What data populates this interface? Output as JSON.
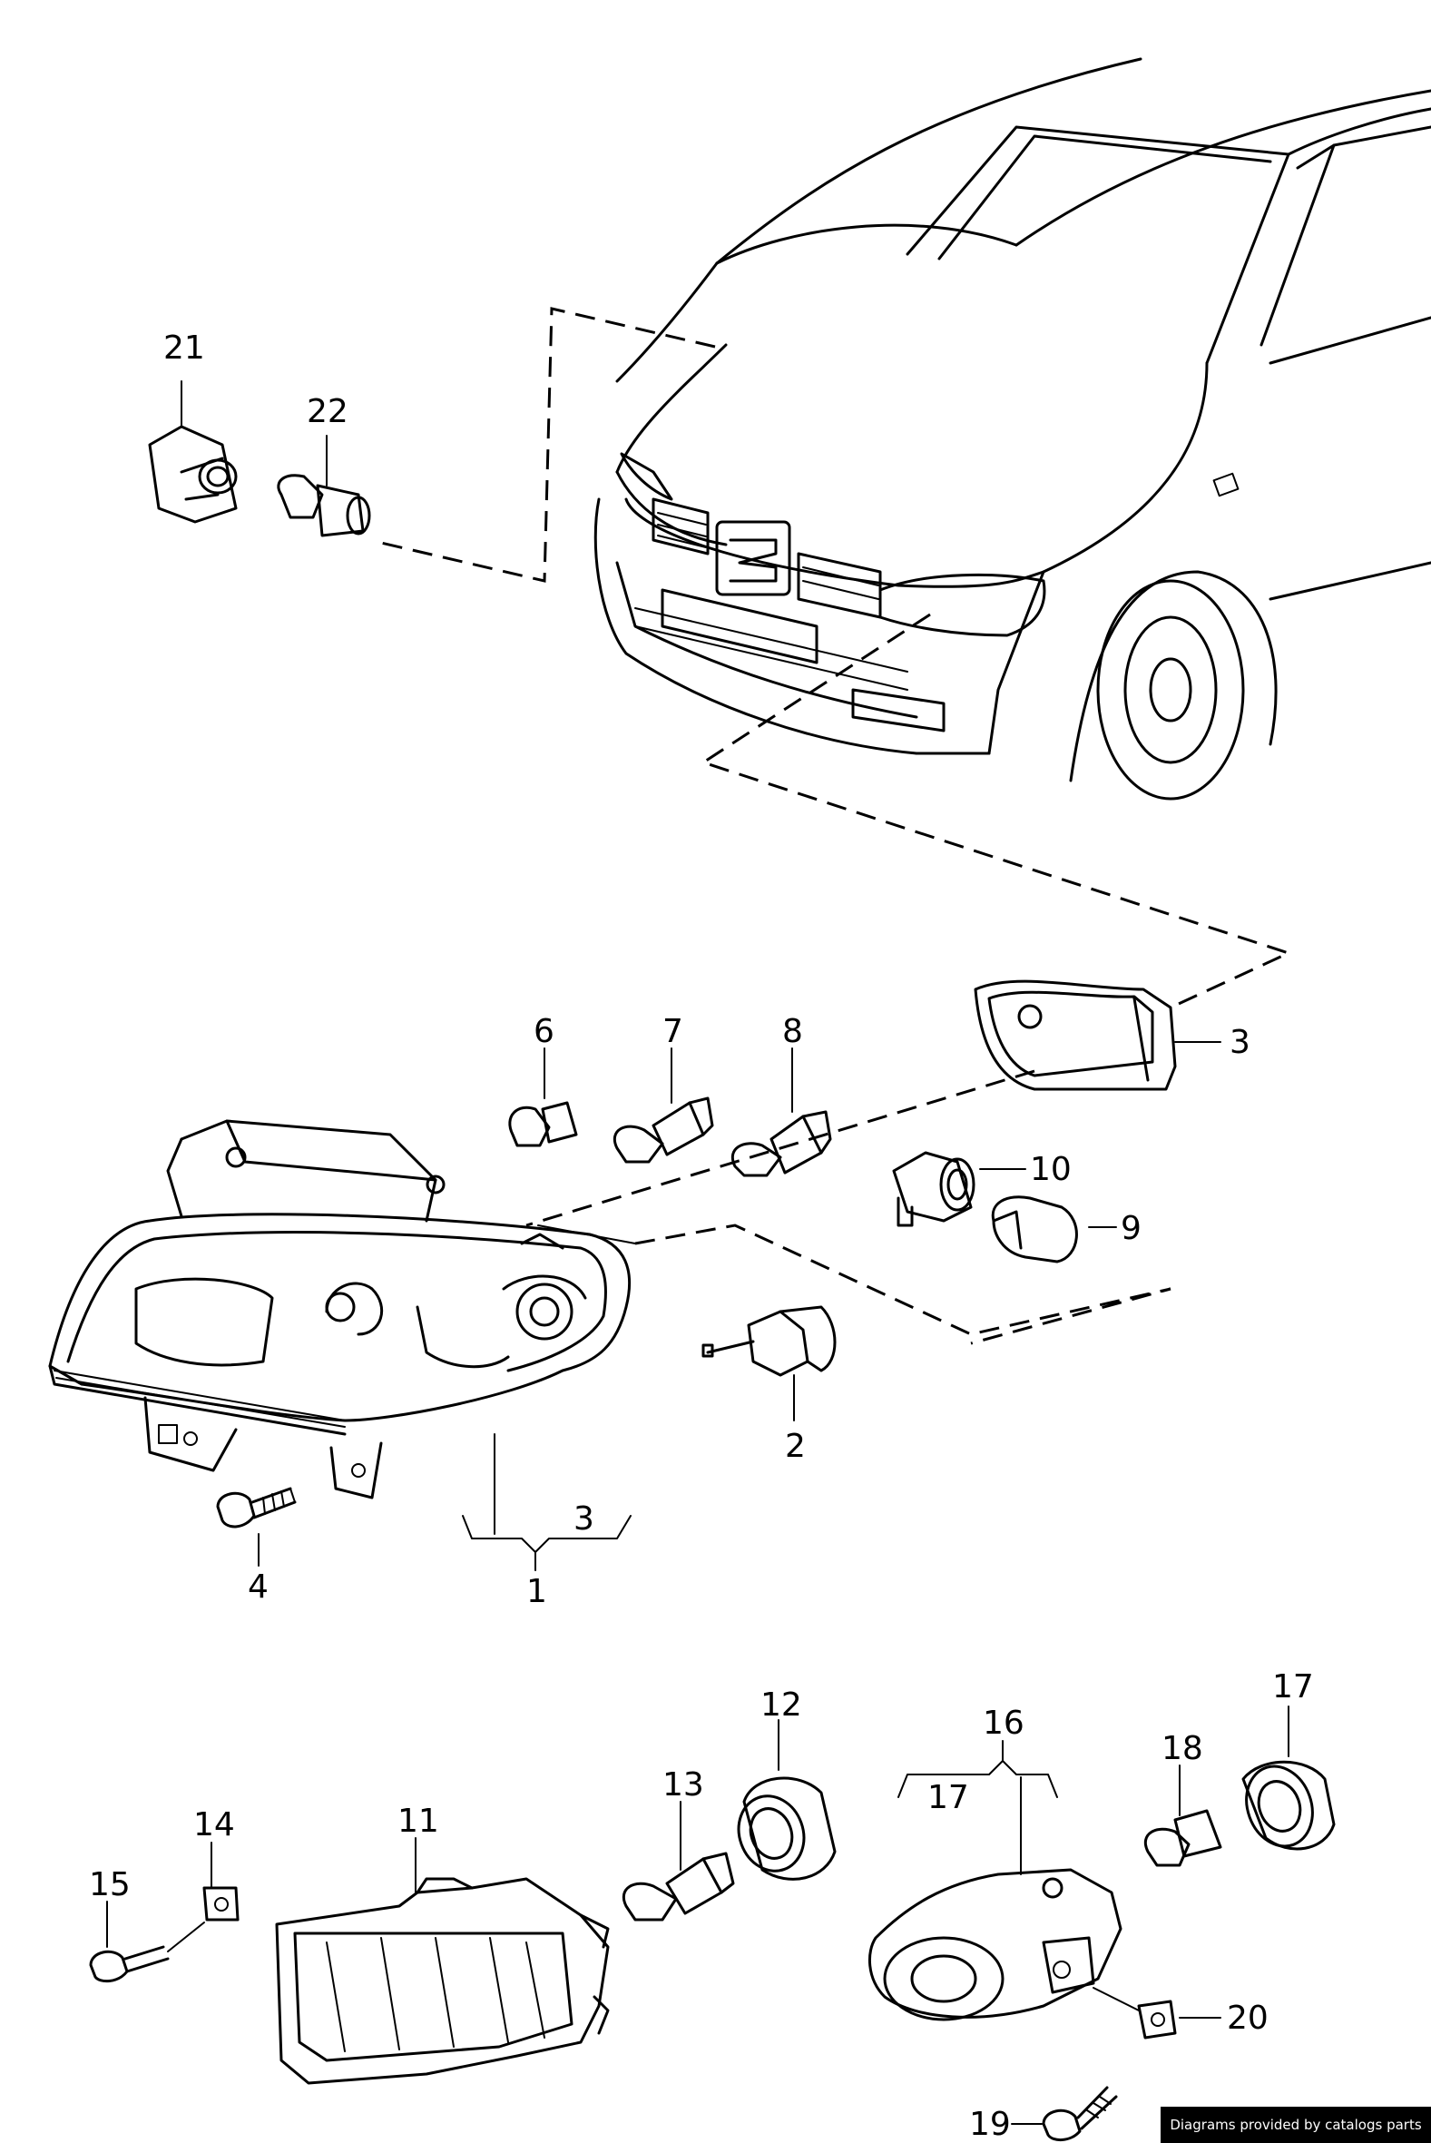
{
  "callouts": {
    "c1": "1",
    "c2": "2",
    "c3a": "3",
    "c3b": "3",
    "c4": "4",
    "c6": "6",
    "c7": "7",
    "c8": "8",
    "c9": "9",
    "c10": "10",
    "c11": "11",
    "c12": "12",
    "c13": "13",
    "c14": "14",
    "c15": "15",
    "c16": "16",
    "c17a": "17",
    "c17b": "17",
    "c18": "18",
    "c19": "19",
    "c20": "20",
    "c21": "21",
    "c22": "22"
  },
  "credit": "Diagrams provided by catalogs parts"
}
